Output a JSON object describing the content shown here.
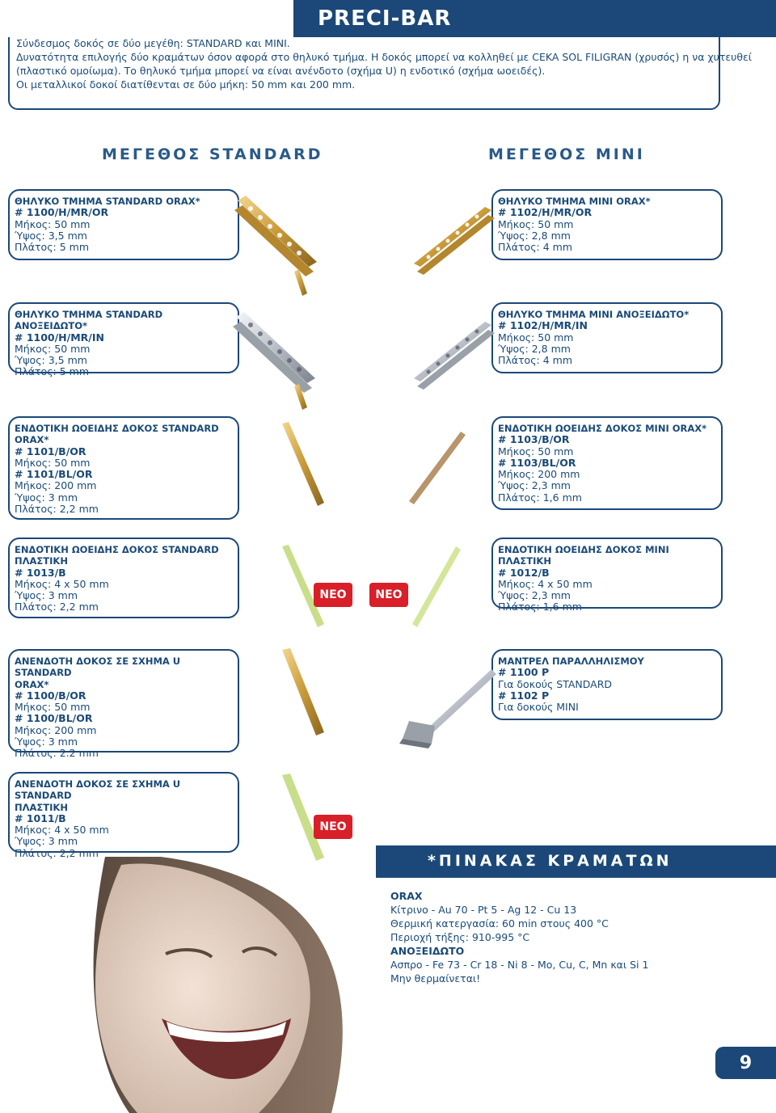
{
  "header": {
    "title": "PRECI-BAR"
  },
  "intro": [
    "Σύνδεσμος δοκός σε δύο μεγέθη: STANDARD και MINI.",
    "Δυνατότητα επιλογής δύο κραμάτων όσον αφορά στο θηλυκό τμήμα. Η δοκός μπορεί να κολληθεί με CEKA SOL FILIGRAN (χρυσός) η να χυτευθεί",
    "(πλαστικό ομοίωμα). Το θηλυκό τμήμα μπορεί να είναι ανένδοτο (σχήμα U) η ενδοτικό (σχήμα ωοειδές).",
    "Οι μεταλλικοί δοκοί διατίθενται σε δύο μήκη: 50 mm και 200 mm."
  ],
  "headings": {
    "standard": "ΜΕΓΕΘΟΣ STANDARD",
    "mini": "ΜΕΓΕΘΟΣ MINI"
  },
  "products": {
    "f_std_orax": [
      "ΘΗΛΥΚΟ ΤΜΗΜΑ STANDARD ORAX*",
      "# 1100/H/MR/OR",
      "Μήκος: 50 mm",
      "Ύψος: 3,5 mm",
      "Πλάτος: 5 mm"
    ],
    "f_mini_orax": [
      "ΘΗΛΥΚΟ ΤΜΗΜΑ MINI ORAX*",
      "# 1102/H/MR/OR",
      "Μήκος: 50 mm",
      "Ύψος: 2,8 mm",
      "Πλάτος: 4 mm"
    ],
    "f_std_in": [
      "ΘΗΛΥΚΟ ΤΜΗΜΑ STANDARD ΑΝΟΞΕΙΔΩΤΟ*",
      "# 1100/H/MR/IN",
      "Μήκος: 50 mm",
      "Ύψος: 3,5 mm",
      "Πλάτος: 5 mm"
    ],
    "f_mini_in": [
      "ΘΗΛΥΚΟ ΤΜΗΜΑ MINI ΑΝΟΞΕΙΔΩΤΟ*",
      "# 1102/H/MR/IN",
      "Μήκος: 50 mm",
      "Ύψος: 2,8 mm",
      "Πλάτος: 4 mm"
    ],
    "e_std_orax": [
      "ΕΝΔΟΤΙΚΗ ΩΟΕΙΔΗΣ ΔΟΚΟΣ STANDARD",
      "ORAX*",
      "# 1101/B/OR",
      "Μήκος: 50 mm",
      "# 1101/BL/OR",
      "Μήκος: 200 mm",
      "Ύψος: 3 mm",
      "Πλάτος: 2,2 mm"
    ],
    "e_mini_orax": [
      "ΕΝΔΟΤΙΚΗ ΩΟΕΙΔΗΣ ΔΟΚΟΣ MINI ORAX*",
      "# 1103/B/OR",
      "Μήκος: 50 mm",
      "# 1103/BL/OR",
      "Μήκος: 200 mm",
      "Ύψος: 2,3 mm",
      "Πλάτος: 1,6 mm"
    ],
    "e_std_pl": [
      "ΕΝΔΟΤΙΚΗ ΩΟΕΙΔΗΣ ΔΟΚΟΣ STANDARD",
      "ΠΛΑΣΤΙΚΗ",
      "# 1013/B",
      "Μήκος: 4 x 50 mm",
      "Ύψος: 3 mm",
      "Πλάτος: 2,2 mm"
    ],
    "e_mini_pl": [
      "ΕΝΔΟΤΙΚΗ ΩΟΕΙΔΗΣ ΔΟΚΟΣ MINI ΠΛΑΣΤΙΚΗ",
      "# 1012/B",
      "Μήκος: 4 x 50 mm",
      "Ύψος: 2,3 mm",
      "Πλάτος: 1,6 mm"
    ],
    "u_std_orax": [
      "ΑΝΕΝΔΟΤΗ ΔΟΚΟΣ ΣΕ ΣΧΗΜΑ U STANDARD",
      "ORAX*",
      "# 1100/B/OR",
      "Μήκος: 50 mm",
      "# 1100/BL/OR",
      "Μήκος: 200 mm",
      "Ύψος: 3 mm",
      "Πλάτος: 2.2 mm"
    ],
    "mandrel": [
      "ΜΑΝΤΡΕΛ ΠΑΡΑΛΛΗΛΙΣΜΟΥ",
      "# 1100 P",
      "Για δοκούς STANDARD",
      "# 1102 P",
      "Για δοκούς MINI"
    ],
    "u_std_pl": [
      "ΑΝΕΝΔΟΤΗ ΔΟΚΟΣ ΣΕ ΣΧΗΜΑ U STANDARD",
      "ΠΛΑΣΤΙΚΗ",
      "# 1011/B",
      "Μήκος: 4 x 50 mm",
      "Ύψος: 3 mm",
      "Πλάτος: 2,2 mm"
    ]
  },
  "neo_label": "NEO",
  "alloy_table": {
    "title": "*ΠΙΝΑΚΑΣ ΚΡΑΜΑΤΩΝ",
    "lines": [
      "ORAX",
      "Κίτρινο - Au 70 - Pt 5 - Ag 12 - Cu 13",
      "Θερμική κατεργασία: 60 min στους 400 °C",
      "Περιοχή τήξης: 910-995 °C",
      "ΑΝΟΞΕΙΔΩΤΟ",
      "Ασπρο - Fe 73 - Cr 18 - Ni 8 - Mo, Cu, C, Mn και Si 1",
      "Μην θερμαίνεται!"
    ]
  },
  "page_number": "9",
  "colors": {
    "brand": "#1b4878",
    "new_badge": "#d91f28",
    "gold": "#c89a3a",
    "steel": "#c8ccd2",
    "plastic": "#c9de8a"
  }
}
